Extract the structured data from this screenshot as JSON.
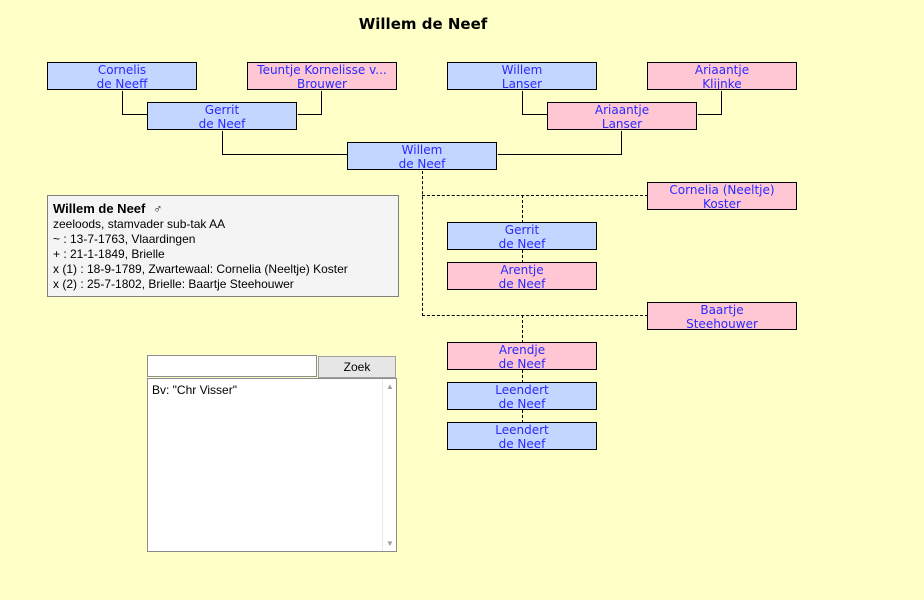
{
  "title": "Willem de Neef",
  "tree": {
    "grandfather_paternal": {
      "line1": "Cornelis",
      "line2": "de Neeff"
    },
    "grandmother_paternal": {
      "line1": "Teuntje Kornelisse v...",
      "line2": "Brouwer"
    },
    "grandfather_maternal": {
      "line1": "Willem",
      "line2": "Lanser"
    },
    "grandmother_maternal": {
      "line1": "Ariaantje",
      "line2": "Klijnke"
    },
    "father": {
      "line1": "Gerrit",
      "line2": "de Neef"
    },
    "mother": {
      "line1": "Ariaantje",
      "line2": "Lanser"
    },
    "subject": {
      "line1": "Willem",
      "line2": "de Neef"
    },
    "spouse1": {
      "line1": "Cornelia (Neeltje)",
      "line2": "Koster"
    },
    "child1": {
      "line1": "Gerrit",
      "line2": "de Neef"
    },
    "child2": {
      "line1": "Arentje",
      "line2": "de Neef"
    },
    "spouse2": {
      "line1": "Baartje",
      "line2": "Steehouwer"
    },
    "child3": {
      "line1": "Arendje",
      "line2": "de Neef"
    },
    "child4": {
      "line1": "Leendert",
      "line2": "de Neef"
    },
    "child5": {
      "line1": "Leendert",
      "line2": "de Neef"
    }
  },
  "info": {
    "name": "Willem de Neef",
    "gender_symbol": "♂",
    "occupation": "zeeloods, stamvader sub-tak AA",
    "baptism": "~ : 13-7-1763, Vlaardingen",
    "death": "+ : 21-1-1849, Brielle",
    "marriage1": "x (1) : 18-9-1789, Zwartewaal: Cornelia (Neeltje) Koster",
    "marriage2": "x (2) : 25-7-1802, Brielle: Baartje Steehouwer"
  },
  "search": {
    "value": "",
    "button_label": "Zoek",
    "hint": "Bv: \"Chr Visser\""
  },
  "colors": {
    "male": "#c3d6ff",
    "female": "#ffc7d4",
    "link_text": "#2a2aff",
    "background": "#ffffc8"
  }
}
